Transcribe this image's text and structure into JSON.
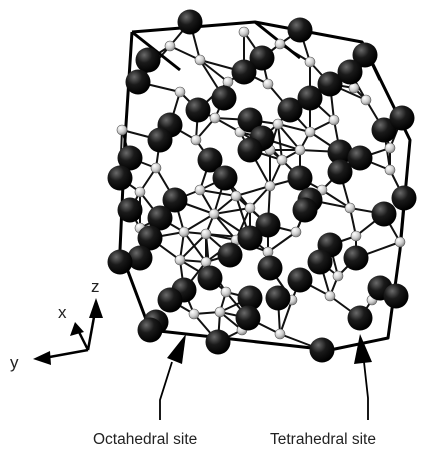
{
  "axes": {
    "x_label": "x",
    "y_label": "y",
    "z_label": "z"
  },
  "callouts": {
    "octahedral": "Octahedral site",
    "tetrahedral": "Tetrahedral site"
  },
  "colors": {
    "large_atom": "#111111",
    "small_atom": "#d6d6d6",
    "bond": "#111111",
    "background": "#ffffff"
  }
}
